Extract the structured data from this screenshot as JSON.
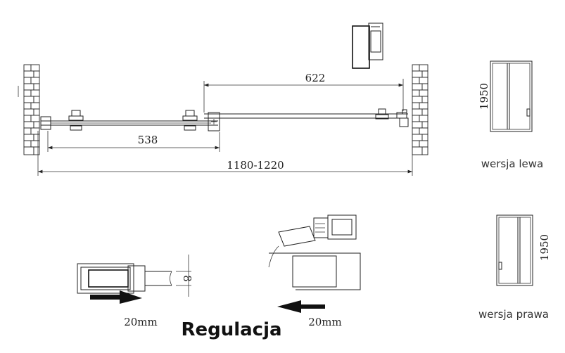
{
  "dimensions": {
    "overall": "1180-1220",
    "fixed_panel": "538",
    "door_panel": "622",
    "height_left": "1950",
    "height_right": "1950",
    "profile": "8",
    "adjust_left": "20mm",
    "adjust_right": "20mm"
  },
  "versions": {
    "left": "wersja lewa",
    "right": "wersja prawa"
  },
  "title": "Regulacja"
}
